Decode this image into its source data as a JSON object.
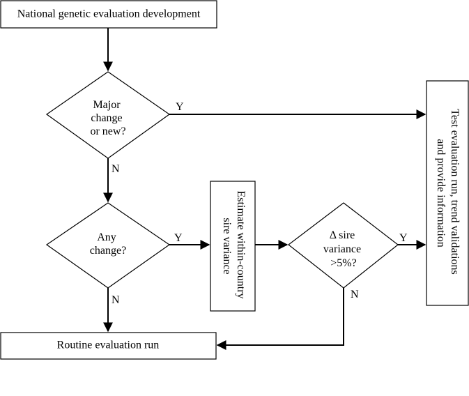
{
  "nodes": {
    "start": {
      "label": "National genetic evaluation development"
    },
    "decision_major": {
      "lines": [
        "Major",
        "change",
        "or new?"
      ]
    },
    "decision_any": {
      "lines": [
        "Any",
        "change?"
      ]
    },
    "estimate": {
      "lines": [
        "Estimate within-country",
        "sire variance"
      ]
    },
    "decision_variance": {
      "lines": [
        "Δ sire",
        "variance",
        ">5%?"
      ]
    },
    "test": {
      "lines": [
        "Test evaluation run, trend validations",
        "and provide information"
      ]
    },
    "routine": {
      "label": "Routine evaluation run"
    }
  },
  "edges": {
    "major_yes": "Y",
    "major_no": "N",
    "any_yes": "Y",
    "any_no": "N",
    "variance_yes": "Y",
    "variance_no": "N"
  }
}
